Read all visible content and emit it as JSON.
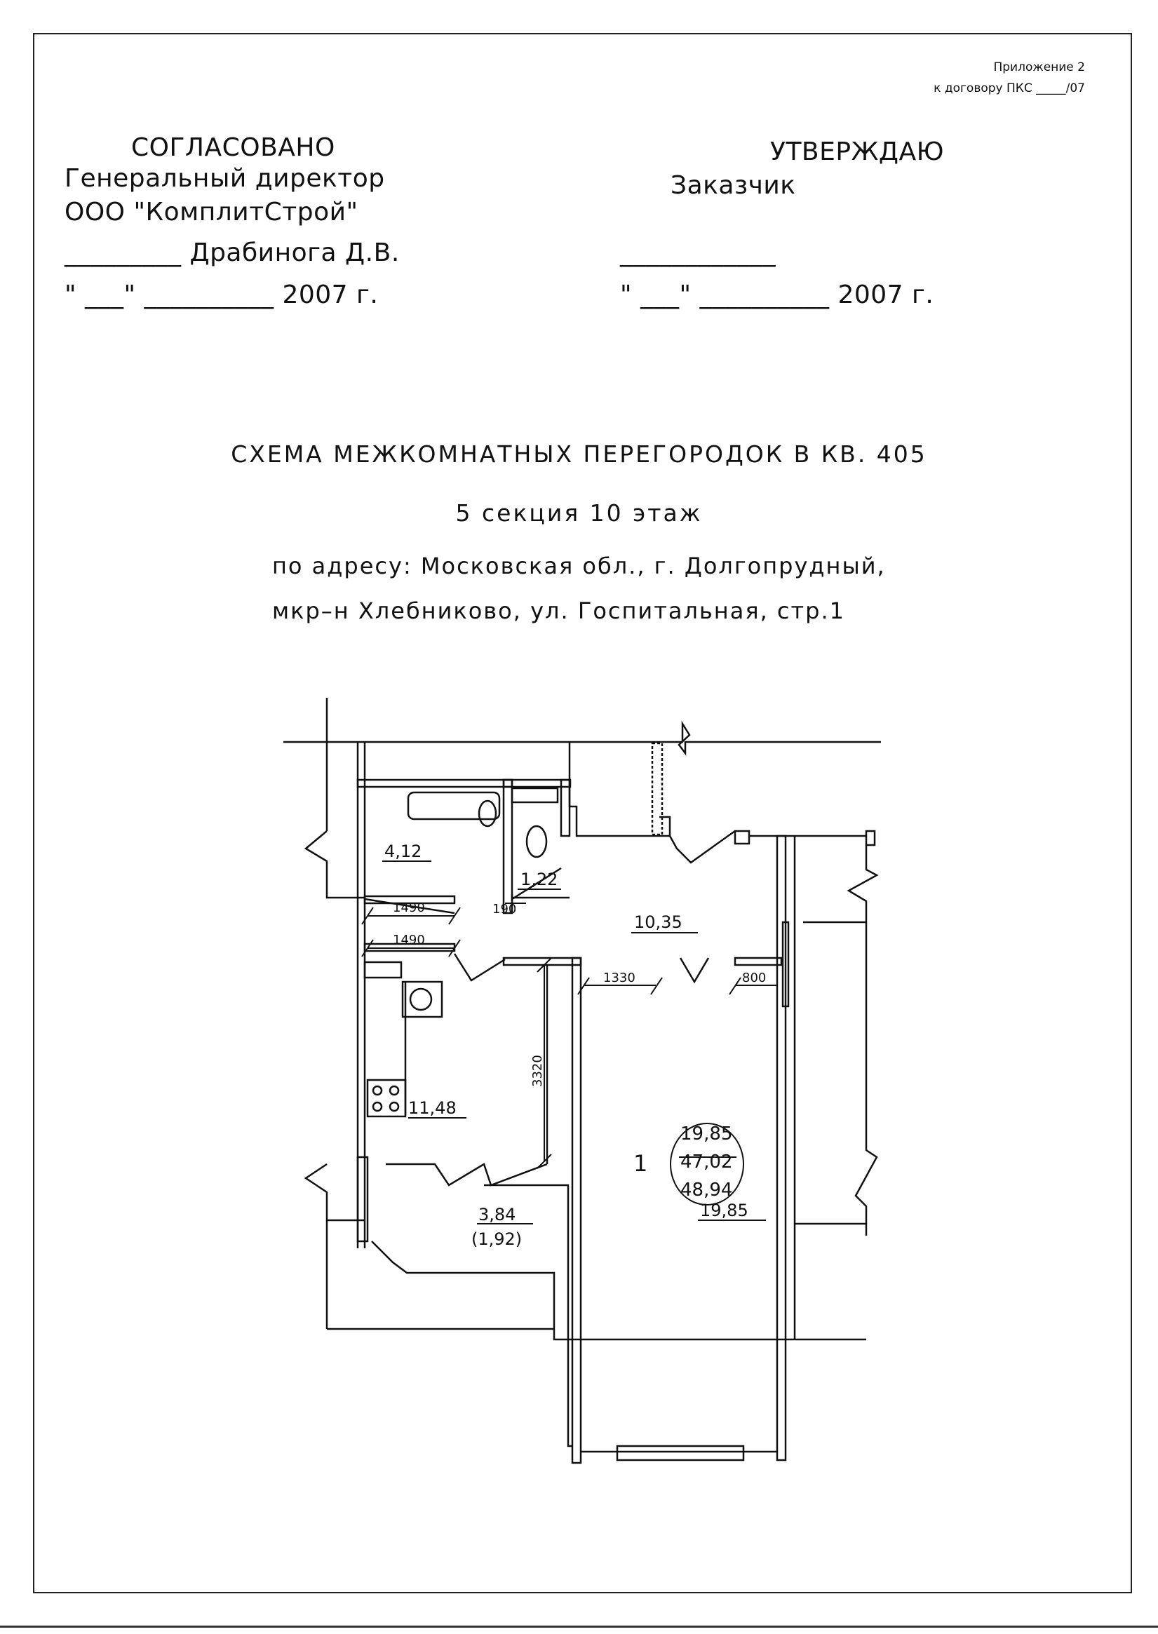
{
  "header": {
    "appendix_line1": "Приложение 2",
    "appendix_line2": "к договору ПКС _____/07"
  },
  "left_block": {
    "agreed": "СОГЛАСОВАНО",
    "position": "Генеральный директор",
    "company": "ООО \"КомплитСтрой\"",
    "signature_line": "_________ Драбинога Д.В.",
    "date_line": "\" ___\" __________ 2007 г."
  },
  "right_block": {
    "approve": "УТВЕРЖДАЮ",
    "role": "Заказчик",
    "signature_line": "____________",
    "date_line": "\" ___\" __________ 2007 г."
  },
  "title": {
    "line1": "СХЕМА МЕЖКОМНАТНЫХ ПЕРЕГОРОДОК В КВ. 405",
    "line2": "5 секция 10 этаж",
    "line3": "по адресу: Московская обл., г. Долгопрудный,",
    "line4": "мкр–н Хлебниково, ул. Госпитальная, стр.1"
  },
  "plan": {
    "areas": {
      "bathroom": "4,12",
      "toilet": "1,22",
      "hall": "10,35",
      "kitchen": "11,48",
      "loggia": "3,84",
      "loggia_reduced": "(1,92)",
      "room": "19,85"
    },
    "dimensions": {
      "d1": "1490",
      "d2": "190",
      "d3": "1490",
      "d4": "1330",
      "d5": "800",
      "d6": "3320"
    },
    "summary": {
      "rooms": "1",
      "living": "19,85",
      "total": "47,02",
      "total_with_loggia": "48,94"
    }
  }
}
